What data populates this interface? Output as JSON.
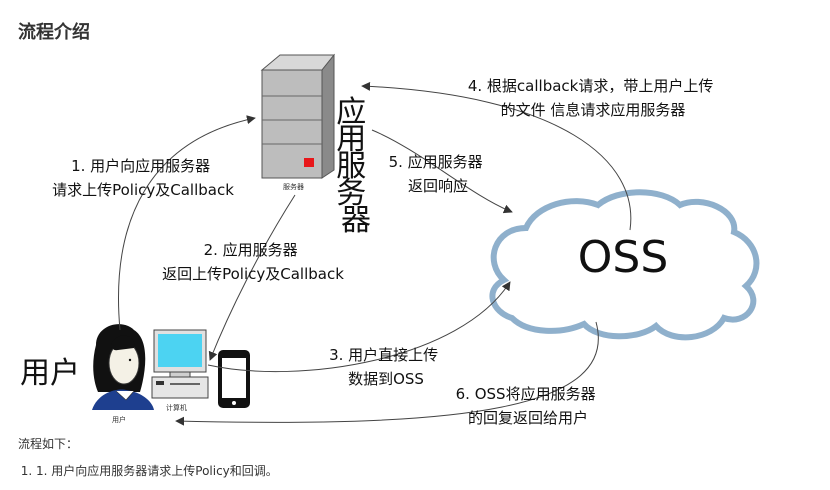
{
  "heading": "流程介绍",
  "nodes": {
    "server_label": "应用服务器",
    "server_caption": "服务器",
    "oss_label": "OSS",
    "user_label": "用户",
    "user_caption": "用户",
    "computer_caption": "计算机"
  },
  "steps": {
    "s1": [
      "1. 用户向应用服务器",
      "请求上传Policy及Callback"
    ],
    "s2": [
      "2. 应用服务器",
      "返回上传Policy及Callback"
    ],
    "s3": [
      "3. 用户直接上传",
      "数据到OSS"
    ],
    "s4": [
      "4. 根据callback请求，带上用户上传",
      "的文件 信息请求应用服务器"
    ],
    "s5": [
      "5. 应用服务器",
      "返回响应"
    ],
    "s6": [
      "6. OSS将应用服务器",
      "的回复返回给用户"
    ]
  },
  "colors": {
    "cloud_stroke": "#8fb0cc",
    "server_led": "#e8171a",
    "shirt": "#1e3f8f",
    "screen": "#4cd3f2"
  },
  "intro": "流程如下：",
  "list": [
    "1. 用户向应用服务器请求上传Policy和回调。"
  ]
}
